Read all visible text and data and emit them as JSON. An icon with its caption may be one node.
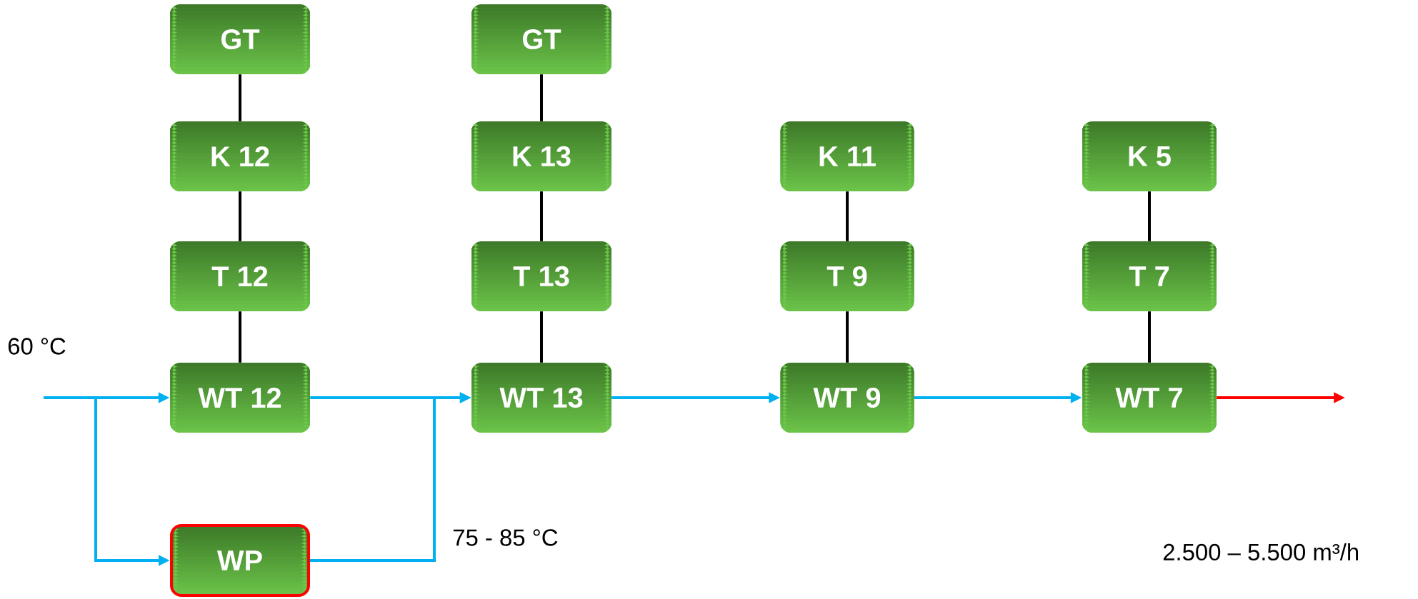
{
  "diagram": {
    "nodes": [
      {
        "text": [
          "GT"
        ]
      },
      {
        "text": [
          "K 12"
        ]
      },
      {
        "text": [
          "T 12"
        ]
      },
      {
        "text": [
          "WT 12"
        ]
      },
      {
        "text": [
          "WP"
        ]
      },
      {
        "text": [
          "GT"
        ]
      },
      {
        "text": [
          "K 13"
        ]
      },
      {
        "text": [
          "T 13"
        ]
      },
      {
        "text": [
          "WT 13"
        ]
      },
      {
        "text": [
          "K 11"
        ]
      },
      {
        "text": [
          "T 9"
        ]
      },
      {
        "text": [
          "WT 9"
        ]
      },
      {
        "text": [
          "K 5"
        ]
      },
      {
        "text": [
          "T 7"
        ]
      },
      {
        "text": [
          "WT 7"
        ]
      }
    ],
    "edges": [
      {
        "from": 0,
        "to": 1,
        "arrow": "none"
      },
      {
        "from": 1,
        "to": 2,
        "arrow": "none"
      },
      {
        "from": 2,
        "to": 3,
        "arrow": "none"
      },
      {
        "from": 5,
        "to": 6,
        "arrow": "none"
      },
      {
        "from": 6,
        "to": 7,
        "arrow": "none"
      },
      {
        "from": 7,
        "to": 8,
        "arrow": "none"
      },
      {
        "from": 9,
        "to": 10,
        "arrow": "none"
      },
      {
        "from": 10,
        "to": 11,
        "arrow": "none"
      },
      {
        "from": 12,
        "to": 13,
        "arrow": "none"
      },
      {
        "from": 13,
        "to": 14,
        "arrow": "none"
      },
      {
        "from": null,
        "to": 3,
        "arrow": "to",
        "color": "#00b0f0"
      },
      {
        "from": null,
        "to": 4,
        "arrow": "to",
        "color": "#00b0f0"
      },
      {
        "from": 3,
        "to": 8,
        "arrow": "to",
        "color": "#00b0f0"
      },
      {
        "from": 4,
        "to": 8,
        "arrow": "to",
        "color": "#00b0f0"
      },
      {
        "from": 8,
        "to": 11,
        "arrow": "to",
        "color": "#00b0f0"
      },
      {
        "from": 11,
        "to": 14,
        "arrow": "to",
        "color": "#00b0f0"
      },
      {
        "from": 14,
        "to": null,
        "arrow": "to",
        "color": "#ff0000"
      }
    ],
    "labels": [
      "60 °C",
      "75 - 85 °C",
      "2.500 – 5.500 m³/h"
    ]
  }
}
